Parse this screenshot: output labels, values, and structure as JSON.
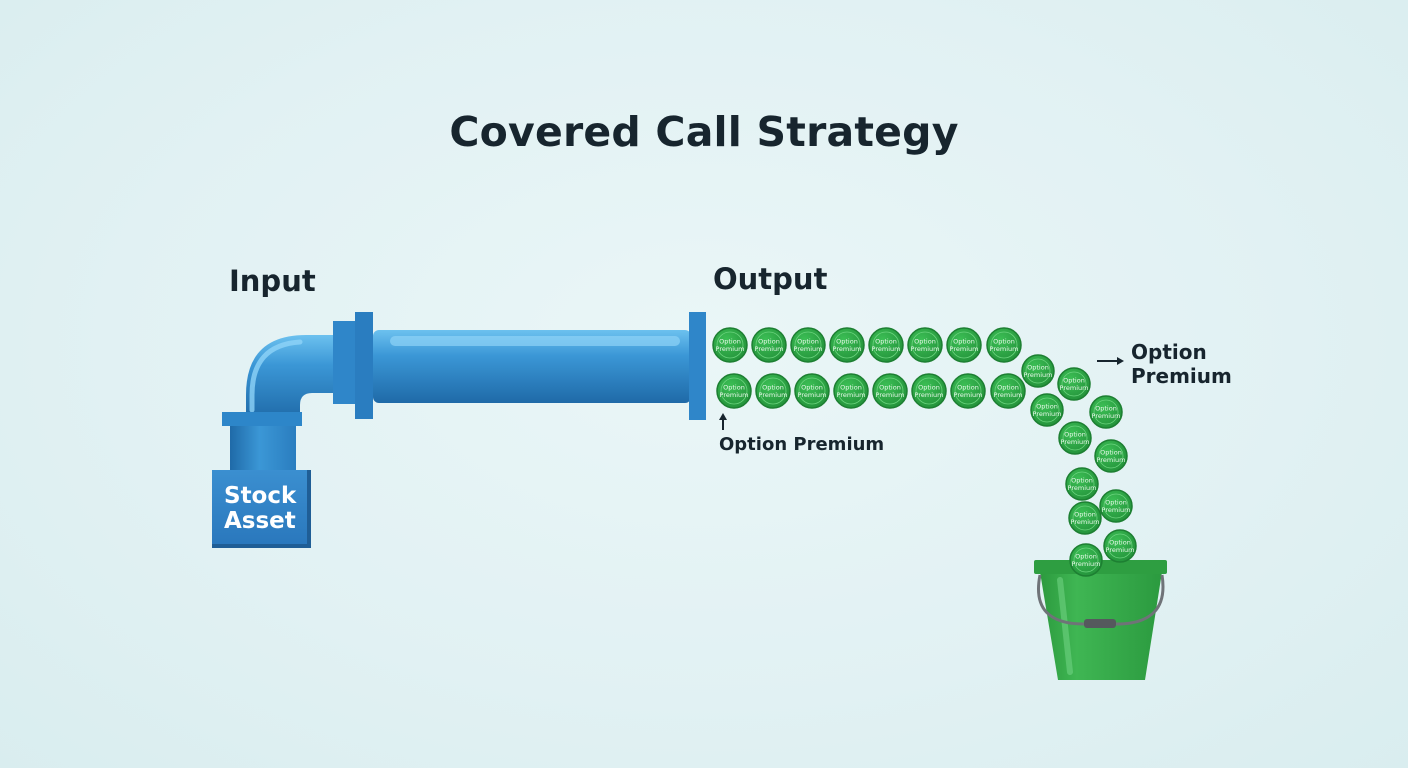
{
  "title": "Covered Call Strategy",
  "labels": {
    "input": "Input",
    "output": "Output",
    "premium_right": "Option Premium",
    "premium_bottom": "Option Premium"
  },
  "stock_asset": {
    "line1": "Stock",
    "line2": "Asset"
  },
  "coin_text": {
    "line1": "Option",
    "line2": "Premium"
  },
  "colors": {
    "pipe": "#2f86c9",
    "coin": "#2ea443",
    "bucket": "#35a848",
    "title_text": "#17252e"
  }
}
